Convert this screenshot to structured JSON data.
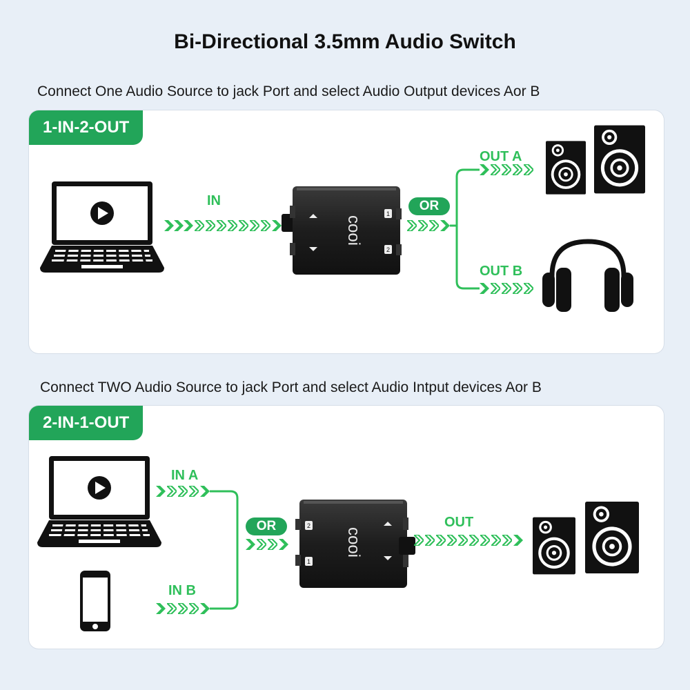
{
  "title": "Bi-Directional 3.5mm Audio Switch",
  "section1": {
    "caption": "Connect One Audio Source to jack Port and select  Audio Output devices Aor B",
    "tag": "1-IN-2-OUT",
    "in_label": "IN",
    "or_label": "OR",
    "out_a_label": "OUT A",
    "out_b_label": "OUT B"
  },
  "section2": {
    "caption": "Connect TWO Audio Source to jack Port and select  Audio Intput devices Aor B",
    "tag": "2-IN-1-OUT",
    "in_a_label": "IN A",
    "in_b_label": "IN B",
    "or_label": "OR",
    "out_label": "OUT"
  },
  "device": {
    "logo": "cooi",
    "port1": "1",
    "port2": "2"
  },
  "colors": {
    "accent": "#22a559",
    "arrow": "#2fbf5a",
    "device": "#1c1c1c",
    "background": "#e8eff7"
  },
  "icons": [
    "laptop-icon",
    "play-icon",
    "phone-icon",
    "speaker-icon",
    "headphones-icon",
    "arrow-chevrons-icon"
  ]
}
